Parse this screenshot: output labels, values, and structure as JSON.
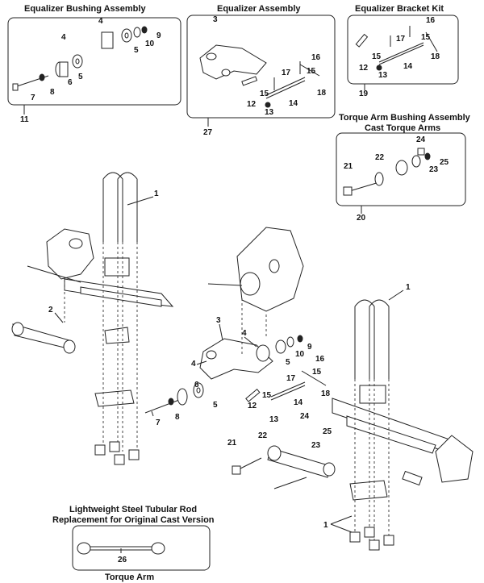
{
  "titles": {
    "equalizer_bushing": "Equalizer Bushing Assembly",
    "equalizer_assembly": "Equalizer Assembly",
    "equalizer_bracket": "Equalizer Bracket Kit",
    "torque_bushing_1": "Torque Arm Bushing Assembly",
    "torque_bushing_2": "Cast Torque Arms",
    "tubular_1": "Lightweight Steel Tubular Rod",
    "tubular_2": "Replacement for Original Cast Version",
    "torque_arm": "Torque Arm"
  },
  "labels": {
    "n1": "1",
    "n2": "2",
    "n3": "3",
    "n4": "4",
    "n5": "5",
    "n6": "6",
    "n7": "7",
    "n8": "8",
    "n9": "9",
    "n10": "10",
    "n11": "11",
    "n12": "12",
    "n13": "13",
    "n14": "14",
    "n15": "15",
    "n16": "16",
    "n17": "17",
    "n18": "18",
    "n19": "19",
    "n20": "20",
    "n21": "21",
    "n22": "22",
    "n23": "23",
    "n24": "24",
    "n25": "25",
    "n26": "26",
    "n27": "27"
  }
}
